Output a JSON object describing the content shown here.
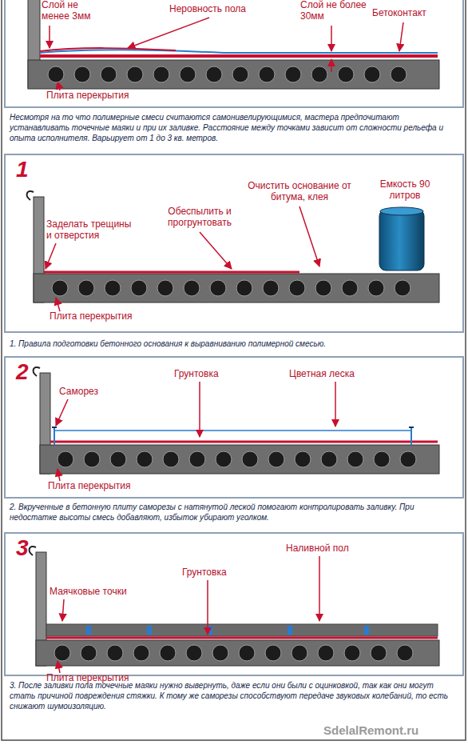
{
  "diagram": {
    "labels": [
      "Слой не менее 3мм",
      "Неровность пола",
      "Слой не более 30мм",
      "Бетоконтакт",
      "Плита перекрытия",
      "Несмотря на то что полимерные смеси считаются самонивелирующимися, мастера предпочитают устанавливать точечные маяки и при их заливке. Расстояние между точками зависит от сложности рельефа и опыта исполнителя. Варьирует от 1 до 3 кв. метров.",
      "1",
      "Очистить основание от битума, клея",
      "Емкость 90 литров",
      "Обеспылить и прогрунтовать",
      "Заделать трещины и отверстия",
      "Плита перекрытия",
      "1. Правила подготовки бетонного основания к выравниванию полимерной смесью.",
      "2",
      "Грунтовка",
      "Цветная леска",
      "Саморез",
      "Плита перекрытия",
      "2. Вкрученные в бетонную плиту саморезы с натянутой леской помогают контролировать заливку. При недостатке высоты смесь добавляют, избыток убирают уголком.",
      "3",
      "Наливной пол",
      "Грунтовка",
      "Маячковые точки",
      "Плита перекрытия",
      "3. После заливки пола точечные маяки нужно вывернуть, даже если они были с оцинковкой, так как они могут стать причиной повреждения стяжки. К тому же саморезы способствуют передаче звуковых колебаний, то есть снижают шумоизоляцию.",
      "SdelalRemont.ru"
    ]
  }
}
